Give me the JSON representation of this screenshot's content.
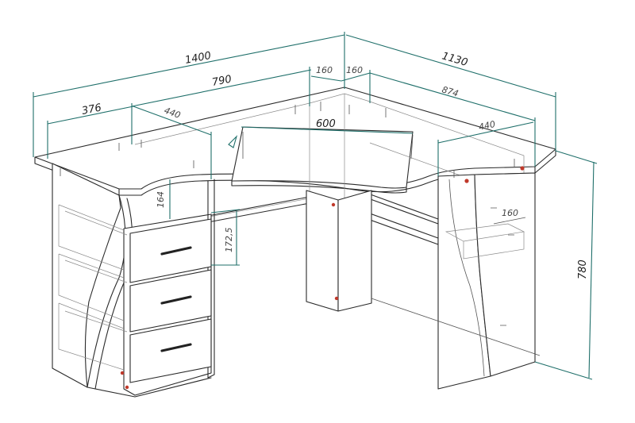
{
  "dimensions": {
    "total_length": "1400",
    "left_top_length": "790",
    "corner_left": "160",
    "corner_right": "160",
    "right_length": "1130",
    "right_top_length": "874",
    "left_depth": "376",
    "left_top_depth": "440",
    "keyboard_depth": "600",
    "right_top_depth": "440",
    "drawer_gap": "164",
    "drawer_height": "172,5",
    "shelf_depth": "160",
    "height": "780"
  },
  "colors": {
    "line": "#2a2a2a",
    "dimension": "#1f6f6a",
    "hardware": "#c0392b"
  }
}
